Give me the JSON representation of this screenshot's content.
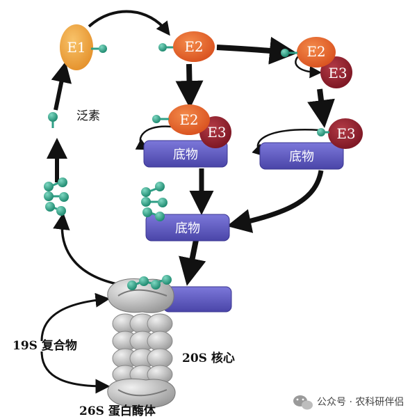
{
  "enzymes": {
    "e1": "E1",
    "e2_top": "E2",
    "e2_right": "E2",
    "e3_right": "E3",
    "e2_mid": "E2",
    "e3_mid": "E3",
    "e3_far": "E3"
  },
  "ubiquitin_label": "泛素",
  "substrates": {
    "left": "底物",
    "right": "底物",
    "center": "底物"
  },
  "proteasome": {
    "regulatory_label": "19S  复合物",
    "core_label": "20S  核心",
    "name_label": "26S  蛋白酶体"
  },
  "watermark": "公众号 · 农科研伴侣",
  "colors": {
    "e1": "#f0a23a",
    "e2": "#e8612a",
    "e3": "#8c1f2e",
    "substrate": "#5a56c0",
    "ubiquitin": "#2e9f86",
    "arrow": "#111111"
  }
}
